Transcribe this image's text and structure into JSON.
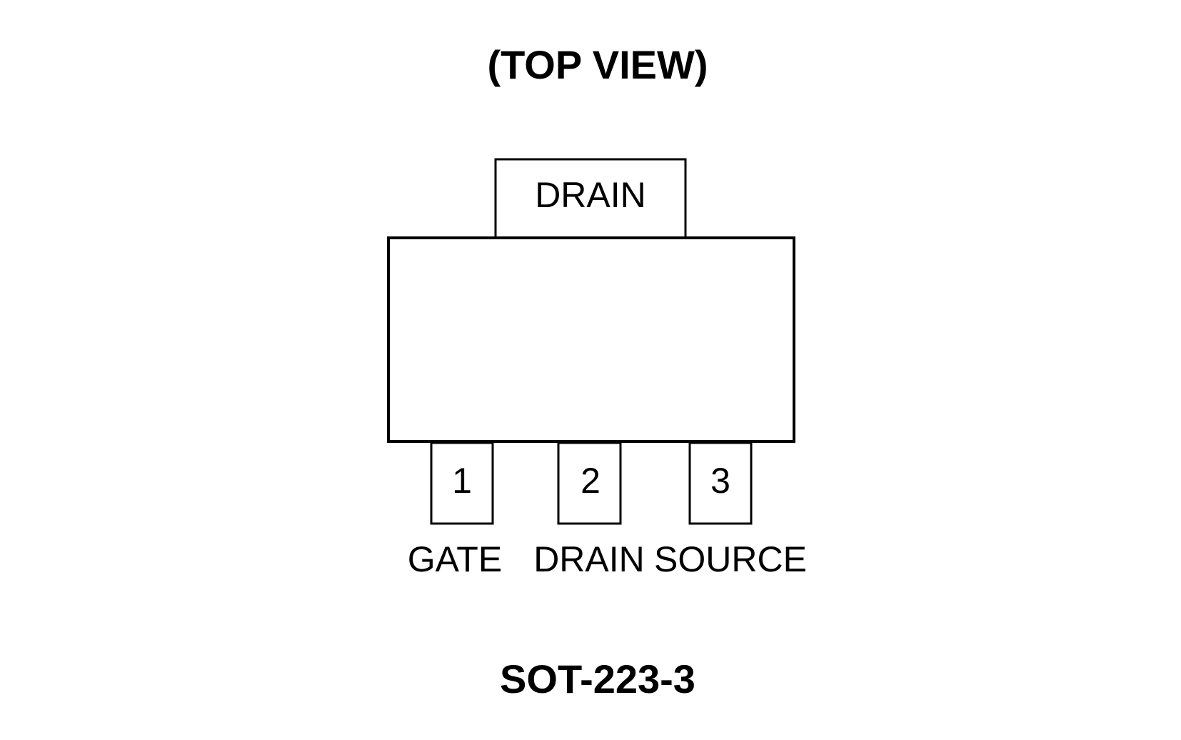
{
  "title": "(TOP VIEW)",
  "package_name": "SOT-223-3",
  "tab": {
    "label": "DRAIN"
  },
  "pins": [
    {
      "number": "1",
      "name": "GATE"
    },
    {
      "number": "2",
      "name": "DRAIN"
    },
    {
      "number": "3",
      "name": "SOURCE"
    }
  ]
}
